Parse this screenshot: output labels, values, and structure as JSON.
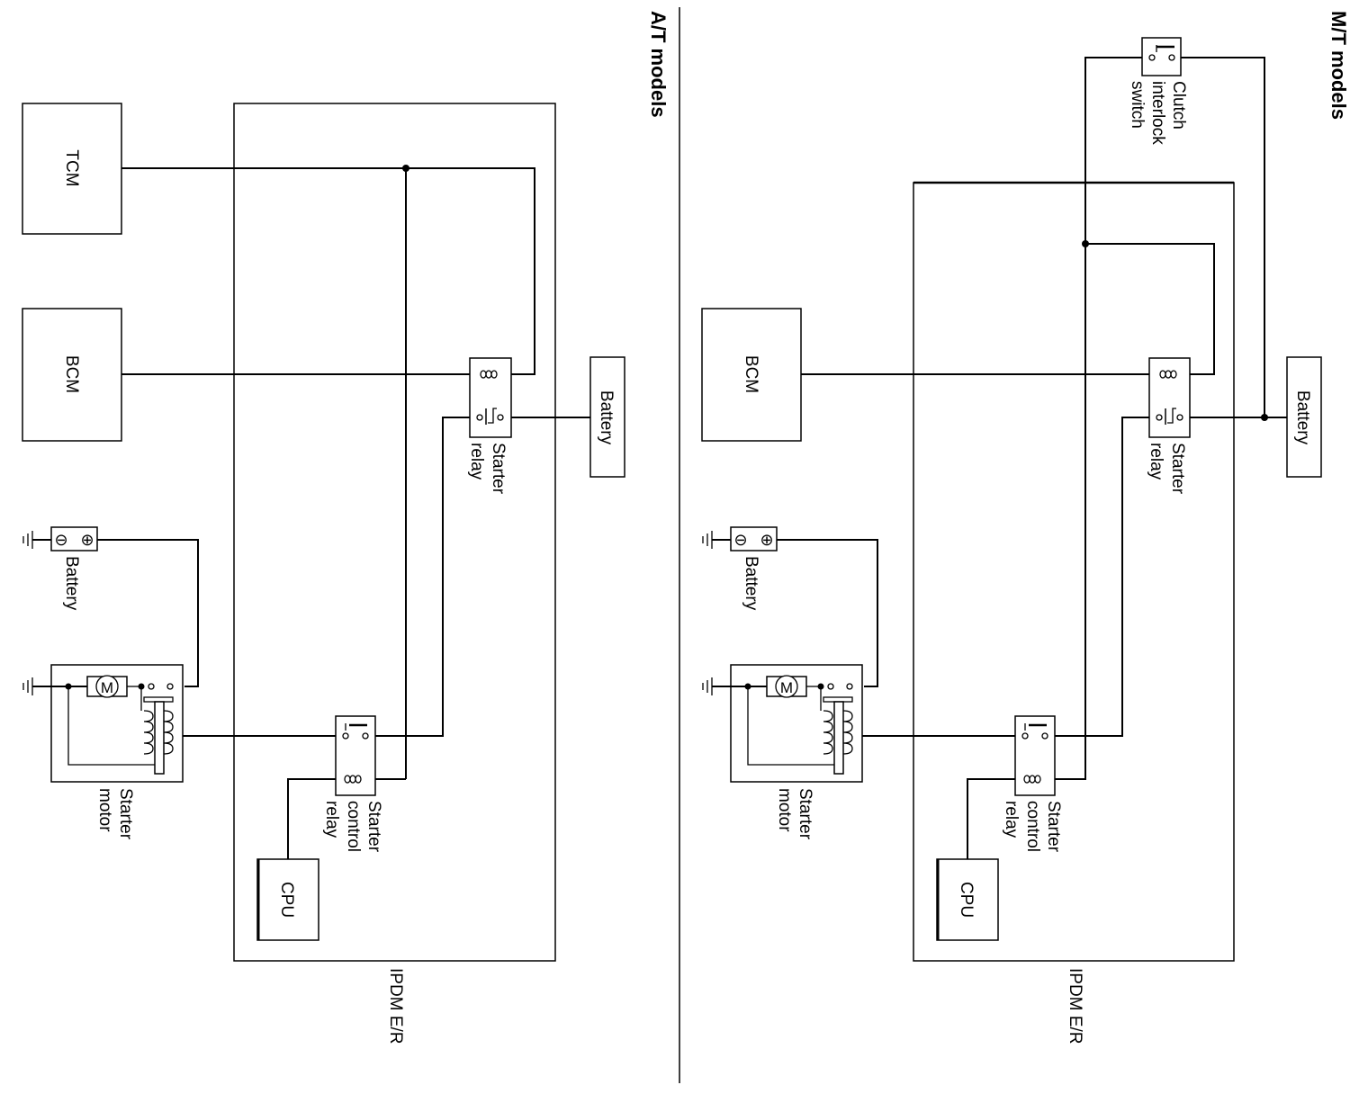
{
  "at_panel": {
    "title": "A/T models",
    "ipdm_label": "IPDM E/R",
    "tcm_label": "TCM",
    "bcm_label": "BCM",
    "cpu_label": "CPU",
    "battery_label": "Battery",
    "starter_relay_label": [
      "Starter",
      "relay"
    ],
    "starter_control_relay_label": [
      "Starter",
      "control",
      "relay"
    ],
    "battery_terminal_label": "Battery",
    "starter_motor_label": [
      "Starter",
      "motor"
    ]
  },
  "mt_panel": {
    "title": "M/T models",
    "ipdm_label": "IPDM E/R",
    "bcm_label": "BCM",
    "cpu_label": "CPU",
    "battery_label": "Battery",
    "clutch_switch_label": [
      "Clutch",
      "interlock",
      "switch"
    ],
    "starter_relay_label": [
      "Starter",
      "relay"
    ],
    "starter_control_relay_label": [
      "Starter",
      "control",
      "relay"
    ],
    "battery_terminal_label": "Battery",
    "starter_motor_label": [
      "Starter",
      "motor"
    ]
  },
  "symbols": {
    "motor_glyph": "M",
    "battery_minus": "⊖",
    "battery_plus": "⊕"
  }
}
